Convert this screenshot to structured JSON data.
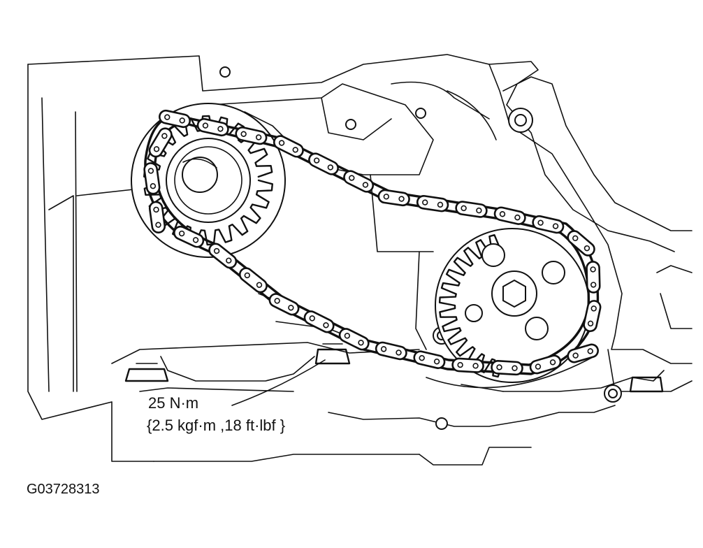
{
  "annotations": {
    "torque_value": "25 N·m",
    "torque_conversion": "{2.5 kgf·m ,18 ft·lbf }"
  },
  "figure_id": "G03728313"
}
